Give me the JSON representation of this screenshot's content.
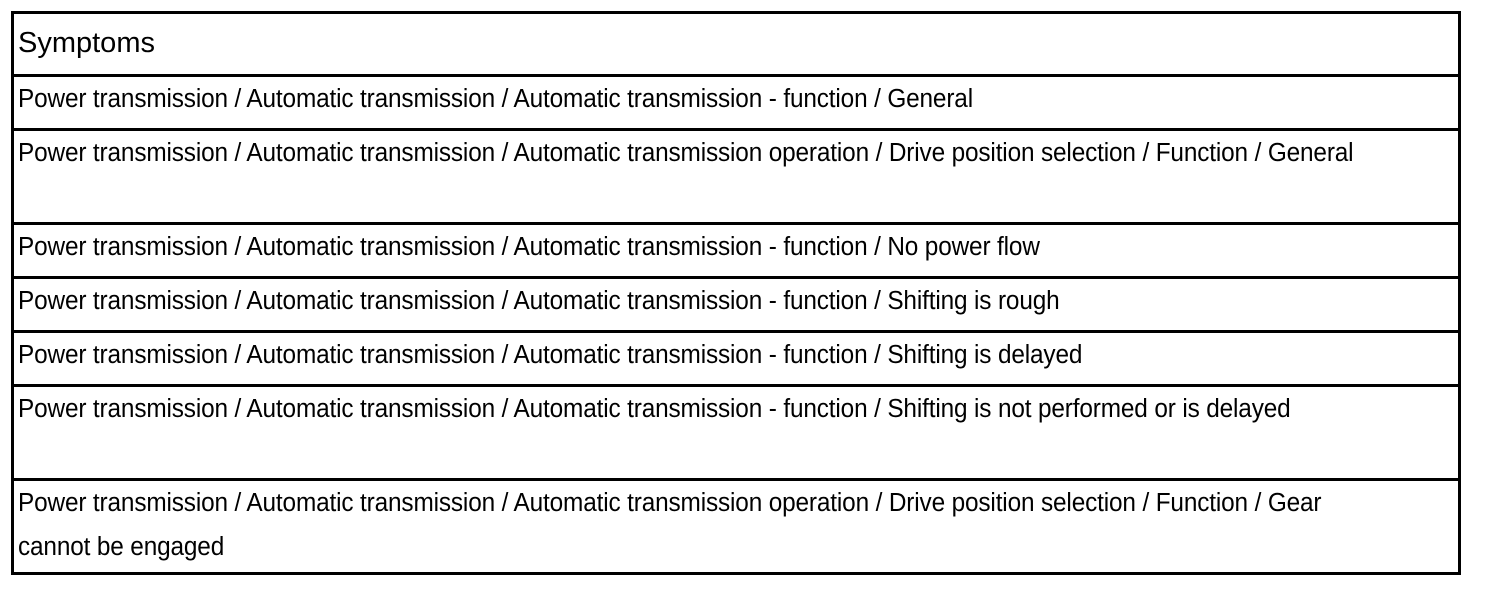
{
  "table": {
    "columns": [
      "Symptoms"
    ],
    "header": {
      "symptoms_label": "Symptoms"
    },
    "rows": [
      {
        "symptom": "Power transmission / Automatic transmission / Automatic transmission - function / General",
        "lines": 1
      },
      {
        "symptom": "Power transmission / Automatic transmission / Automatic transmission operation / Drive position selection / Function / General",
        "lines": 2
      },
      {
        "symptom": "Power transmission / Automatic transmission / Automatic transmission - function / No power flow",
        "lines": 1
      },
      {
        "symptom": "Power transmission / Automatic transmission / Automatic transmission - function / Shifting is rough",
        "lines": 1
      },
      {
        "symptom": "Power transmission / Automatic transmission / Automatic transmission - function / Shifting is delayed",
        "lines": 1
      },
      {
        "symptom": "Power transmission / Automatic transmission / Automatic transmission - function / Shifting is not performed or is delayed",
        "lines": 2
      },
      {
        "symptom": "Power transmission / Automatic transmission / Automatic transmission operation / Drive position selection / Function / Gear cannot be engaged",
        "lines": 2
      }
    ]
  },
  "colors": {
    "border": "#000000",
    "background": "#ffffff",
    "text": "#000000"
  }
}
